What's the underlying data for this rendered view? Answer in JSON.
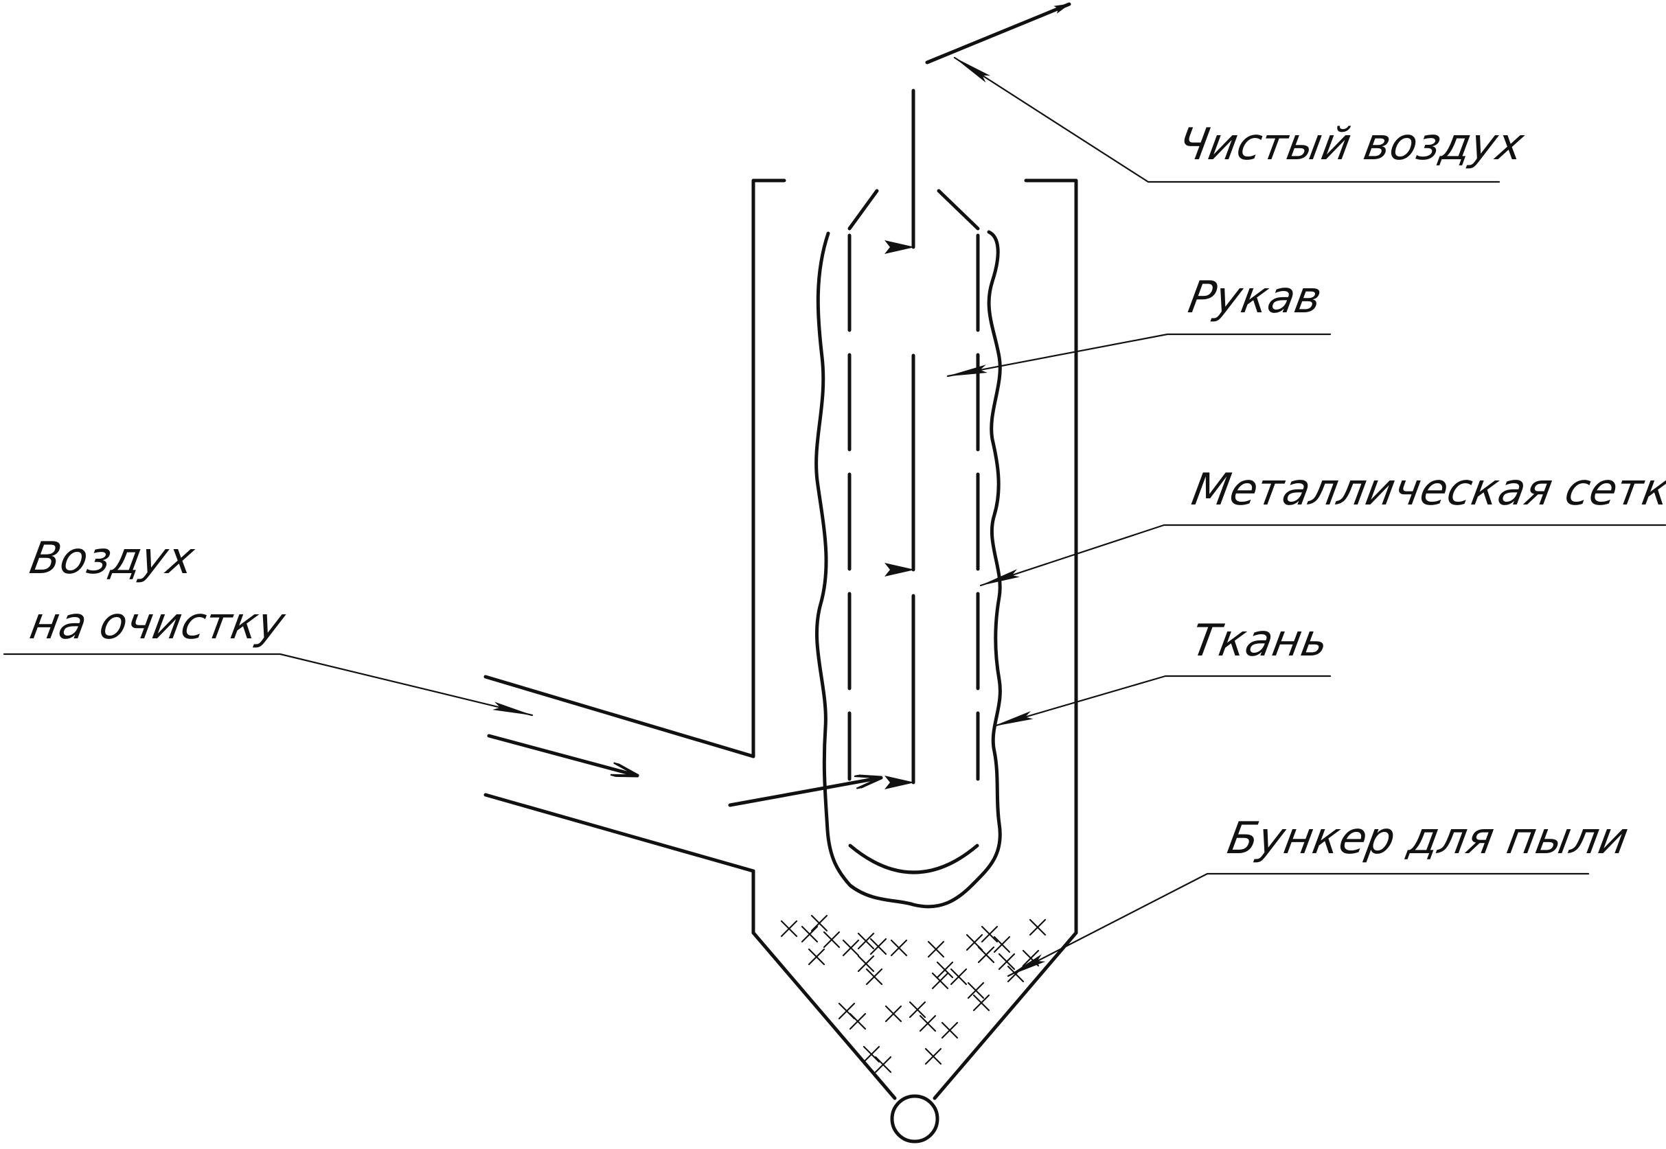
{
  "labels": {
    "clean_air": "Чистый воздух",
    "sleeve": "Рукав",
    "metal_mesh": "Металлическая сетка",
    "air_in_line1": "Воздух",
    "air_in_line2": "на очистку",
    "fabric": "Ткань",
    "dust_hopper": "Бункер для пыли"
  }
}
